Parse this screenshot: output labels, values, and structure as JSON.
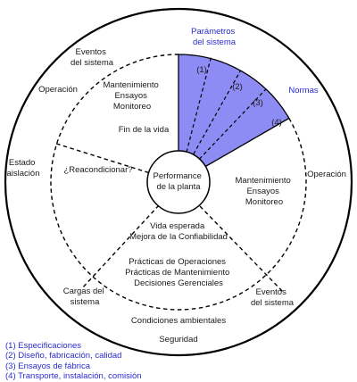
{
  "title": "Performance de la planta",
  "center": {
    "line1": "Performance",
    "line2": "de la planta"
  },
  "outer_labels": {
    "parametros": {
      "line1": "Parámetros",
      "line2": "del sistema",
      "color": "#2b2bcf"
    },
    "normas": {
      "text": "Normas",
      "color": "#2b2bcf"
    },
    "eventos_top": {
      "line1": "Eventos",
      "line2": "del sistema"
    },
    "operacion_left": "Operación",
    "operacion_right": "Operación",
    "estado_aislacion": {
      "line1": "Estado",
      "line2": "aislación"
    },
    "cargas": {
      "line1": "Cargas del",
      "line2": "sistema"
    },
    "eventos_bottom": {
      "line1": "Eventos",
      "line2": "del sistema"
    },
    "condiciones": "Condiciones ambientales",
    "seguridad": "Seguridad"
  },
  "inner_labels": {
    "mant_top": {
      "line1": "Mantenimiento",
      "line2": "Ensayos",
      "line3": "Monitoreo"
    },
    "fin_vida": "Fin de la vida",
    "reacondicionar": "¿Reacondicionar?",
    "mant_right": {
      "line1": "Mantenimiento",
      "line2": "Ensayos",
      "line3": "Monitoreo"
    },
    "vida": {
      "line1": "Vida esperada",
      "line2": "Mejora de la Confiabilidad"
    },
    "practicas": {
      "line1": "Prácticas de Operaciones",
      "line2": "Prácticas de Mantenimiento",
      "line3": "Decisiones Gerenciales"
    }
  },
  "wedge": {
    "fill_color": "#8c8cf4",
    "segments": [
      "(1)",
      "(2)",
      "(3)",
      "(4)"
    ]
  },
  "legend": [
    "(1) Especificaciones",
    "(2) Diseño, fabricación, calidad",
    "(3) Ensayos de fábrica",
    "(4) Transporte, instalación, comisión"
  ]
}
